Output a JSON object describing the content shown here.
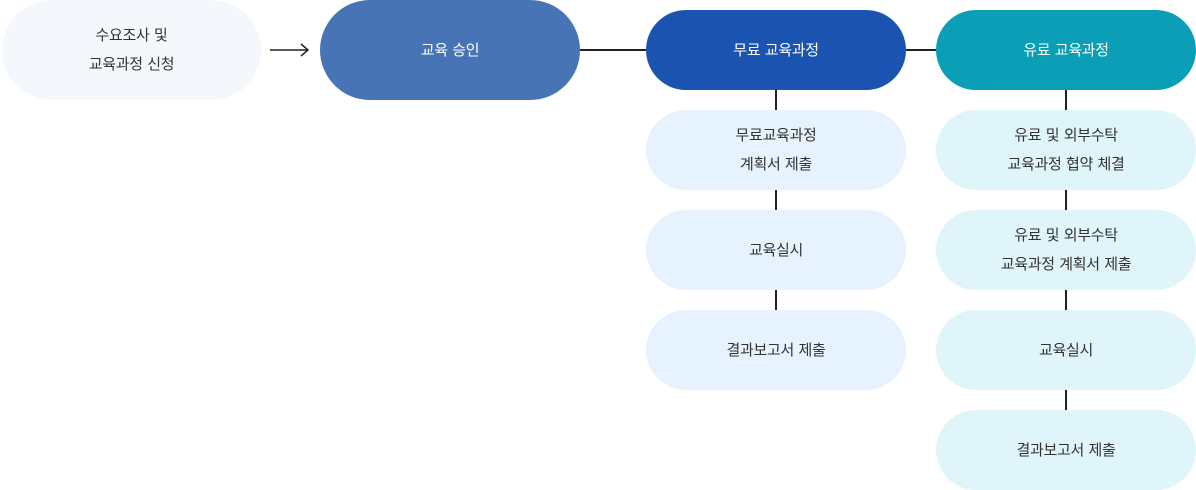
{
  "steps": {
    "survey": "수요조사 및\n교육과정 신청",
    "approval": "교육 승인"
  },
  "free_course": {
    "title": "무료 교육과정",
    "items": [
      "무료교육과정\n계획서 제출",
      "교육실시",
      "결과보고서 제출"
    ]
  },
  "paid_course": {
    "title": "유료 교육과정",
    "items": [
      "유료 및 외부수탁\n교육과정 협약 체결",
      "유료 및 외부수탁\n교육과정 계획서 제출",
      "교육실시",
      "결과보고서 제출"
    ]
  },
  "colors": {
    "approval": "#4674b4",
    "free_header": "#1b54b0",
    "paid_header": "#0a9fb6",
    "free_item_bg": "#e6f2fd",
    "paid_item_bg": "#dff5fa"
  }
}
